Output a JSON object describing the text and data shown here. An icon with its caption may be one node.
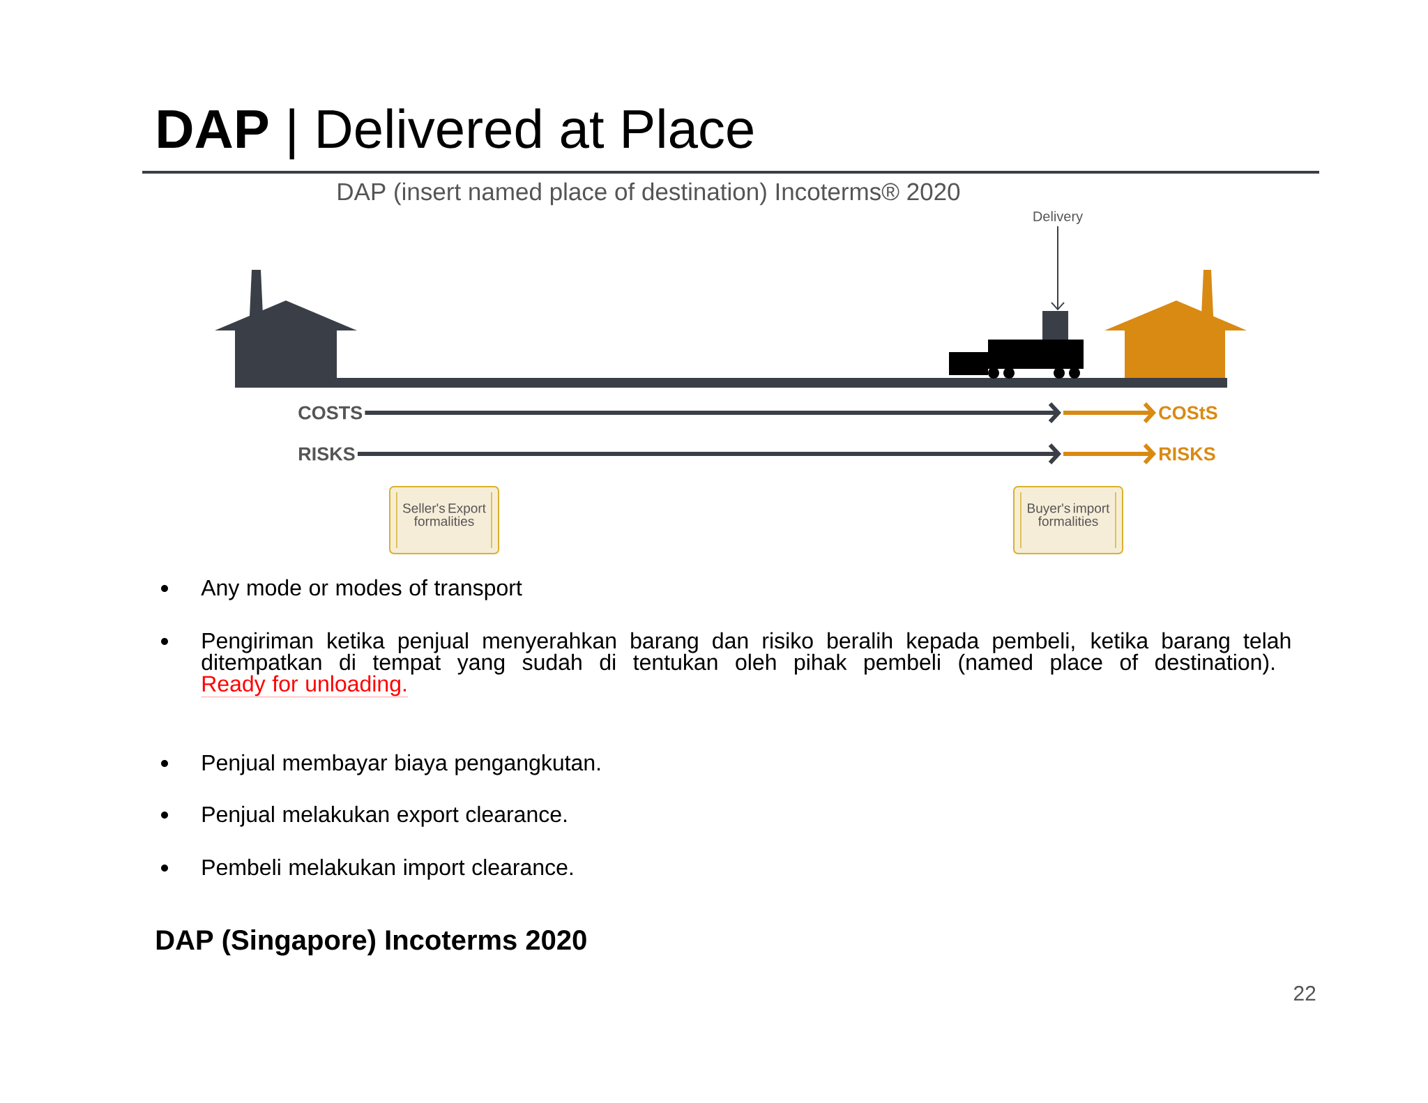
{
  "diagram": {
    "title": "**DAP** | Delivered at Place",
    "nodes": [
      {
        "text": [
          "Delivery"
        ]
      },
      {
        "text": [],
        "shape": "truck"
      },
      {
        "text": [
          "COSTS"
        ]
      },
      {
        "text": [
          "COStS"
        ]
      },
      {
        "text": [
          "RISKS"
        ]
      },
      {
        "text": [
          "RISKS"
        ]
      },
      {
        "text": [
          "Seller's Export formalities"
        ]
      },
      {
        "text": [
          "Buyer's import formalities"
        ]
      }
    ],
    "edges": [
      {
        "from": 0,
        "to": 1,
        "arrow": "to"
      },
      {
        "from": 2,
        "to": null,
        "arrow": "to"
      },
      {
        "from": null,
        "to": 3,
        "arrow": "to",
        "color": "#d98a12"
      },
      {
        "from": 4,
        "to": null,
        "arrow": "to"
      },
      {
        "from": null,
        "to": 5,
        "arrow": "to",
        "color": "#d98a12"
      }
    ],
    "labels": [
      "DAP (insert named place of destination) Incoterms® 2020",
      "Any mode or modes of transport",
      "Pengiriman ketika penjual menyerahkan barang dan risiko beralih kepada pembeli, ketika barang telah ditempatkan di tempat yang sudah di tentukan oleh pihak pembeli  (named place of destination).",
      "Ready for unloading.",
      "Penjual membayar biaya pengangkutan.",
      "Penjual melakukan export clearance.",
      "Pembeli melakukan import clearance.",
      "DAP (Singapore) Incoterms 2020",
      "22"
    ]
  }
}
